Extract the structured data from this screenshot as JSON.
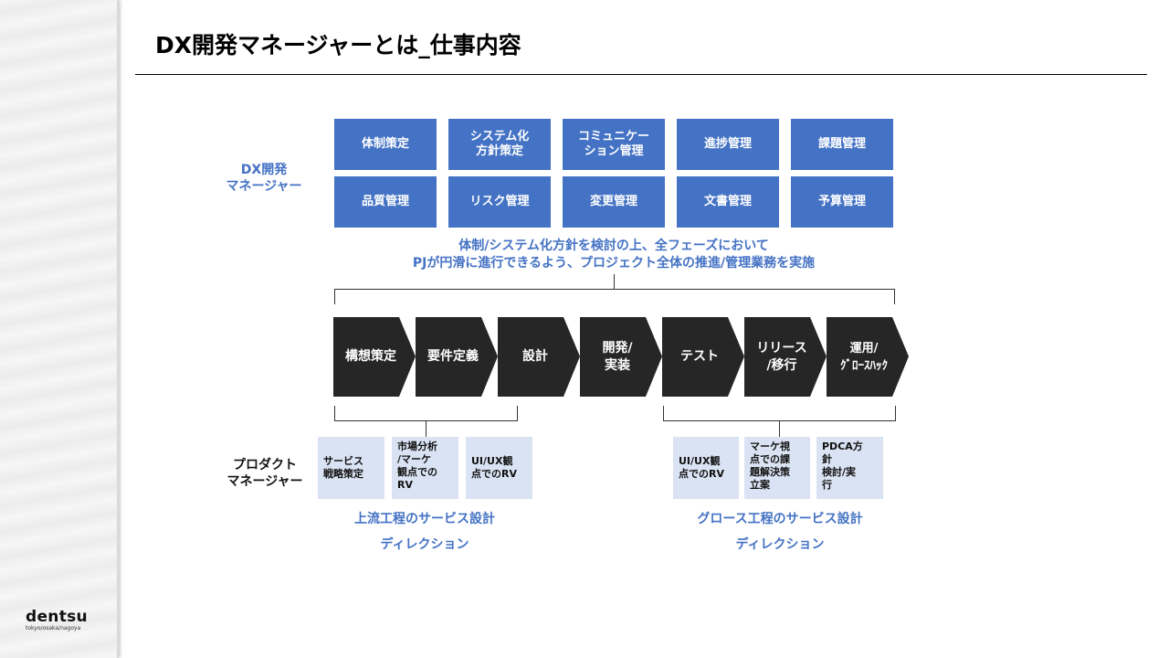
{
  "title": "DX開発マネージャーとは_仕事内容",
  "brand": {
    "name": "dentsu",
    "sub": "tokyo/osaka/nagoya"
  },
  "roles": {
    "dx_manager": "DX開発\nマネージャー",
    "product_manager": "プロダクト\nマネージャー"
  },
  "dx_tasks": [
    "体制策定",
    "システム化\n方針策定",
    "コミュニケー\nション管理",
    "進捗管理",
    "課題管理",
    "品質管理",
    "リスク管理",
    "変更管理",
    "文書管理",
    "予算管理"
  ],
  "dx_summary": "体制/システム化方針を検討の上、全フェーズにおいて\nPJが円滑に進行できるよう、プロジェクト全体の推進/管理業務を実施",
  "phases": [
    "構想策定",
    "要件定義",
    "設計",
    "開発/\n実装",
    "テスト",
    "リリース\n/移行",
    "運用/\nｸﾞﾛｰｽﾊｯｸ"
  ],
  "upstream": {
    "items": [
      "サービス\n戦略策定",
      "市場分析\n/マーケ\n観点での\nRV",
      "UI/UX観\n点でのRV"
    ],
    "caption": "上流工程のサービス設計",
    "direction": "ディレクション"
  },
  "growth": {
    "items": [
      "UI/UX観\n点でのRV",
      "マーケ視\n点での課\n題解決策\n立案",
      "PDCA方\n針\n検討/実\n行"
    ],
    "caption": "グロース工程のサービス設計",
    "direction": "ディレクション"
  },
  "colors": {
    "accent_blue": "#4472c4",
    "light_blue": "#dae3f3",
    "phase_dark": "#262626",
    "text": "#000000"
  }
}
